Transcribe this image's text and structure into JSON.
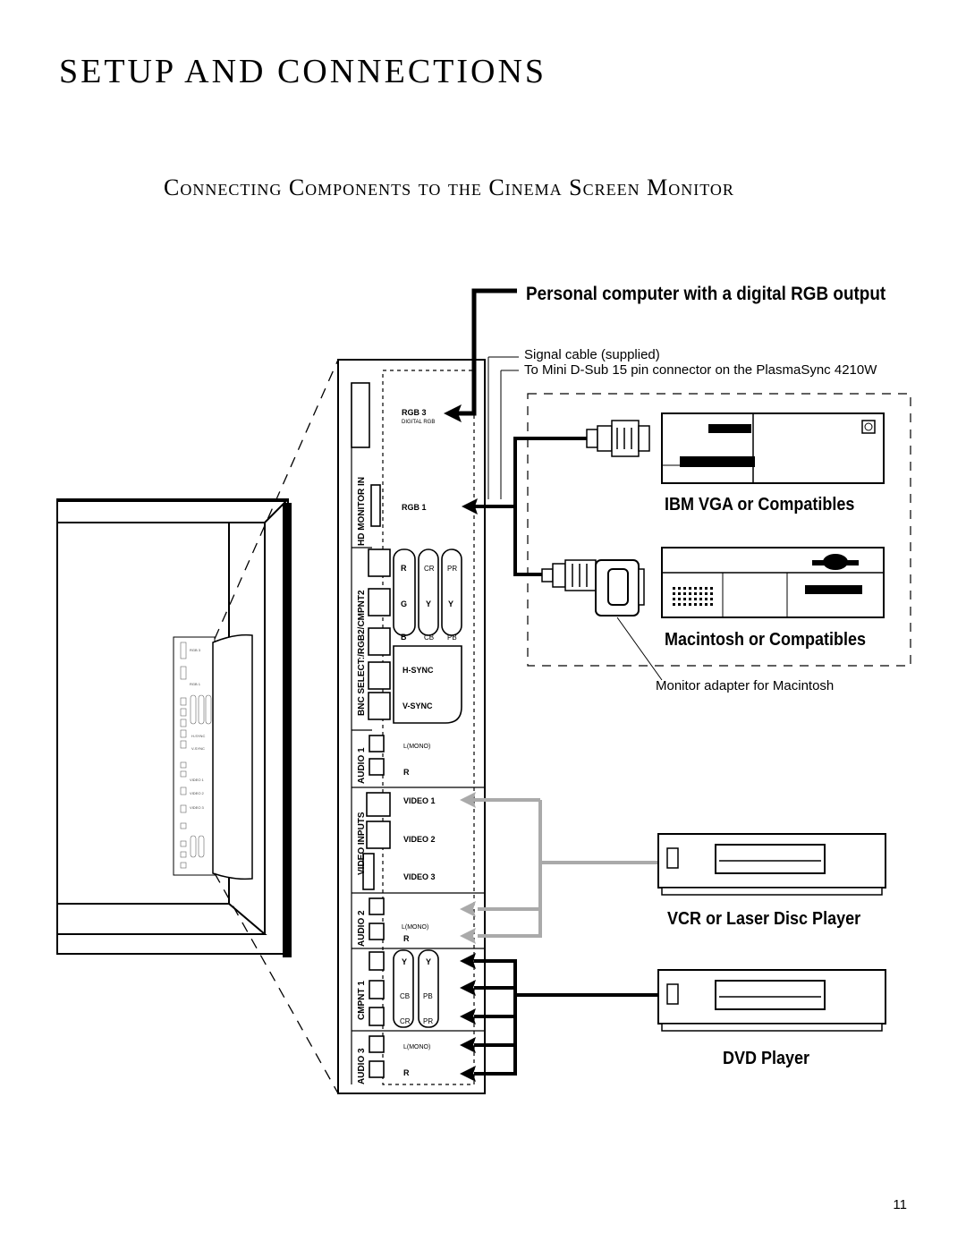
{
  "page": {
    "title": "SETUP AND CONNECTIONS",
    "subtitle": "Connecting Components to the Cinema Screen Monitor",
    "page_number": "11"
  },
  "devices": {
    "pc_heading": "Personal computer with a digital RGB output",
    "signal_cable": "Signal cable (supplied)",
    "cable_destination": "To Mini D-Sub 15 pin connector on the PlasmaSync 4210W",
    "ibm": "IBM VGA or Compatibles",
    "mac": "Macintosh or Compatibles",
    "mac_adapter": "Monitor adapter for Macintosh",
    "vcr": "VCR or Laser Disc Player",
    "dvd": "DVD Player"
  },
  "panel": {
    "sections": {
      "hd_monitor_in": "HD MONITOR IN",
      "bnc_select": "BNC SELECT:/RGB2/CMPNT2",
      "audio1": "AUDIO 1",
      "video_inputs": "VIDEO INPUTS",
      "audio2": "AUDIO 2",
      "cmpnt1": "CMPNT 1",
      "audio3": "AUDIO 3"
    },
    "ports": {
      "rgb3": "RGB 3",
      "digital_rgb": "DIGITAL RGB",
      "rgb1": "RGB 1",
      "r": "R",
      "cr": "CR",
      "pr": "PR",
      "g": "G",
      "y": "Y",
      "b": "B",
      "cb": "CB",
      "pb": "PB",
      "hsync": "H-SYNC",
      "vsync": "V-SYNC",
      "lmono": "L(MONO)",
      "video1": "VIDEO 1",
      "video2": "VIDEO 2",
      "video3": "VIDEO 3"
    }
  }
}
